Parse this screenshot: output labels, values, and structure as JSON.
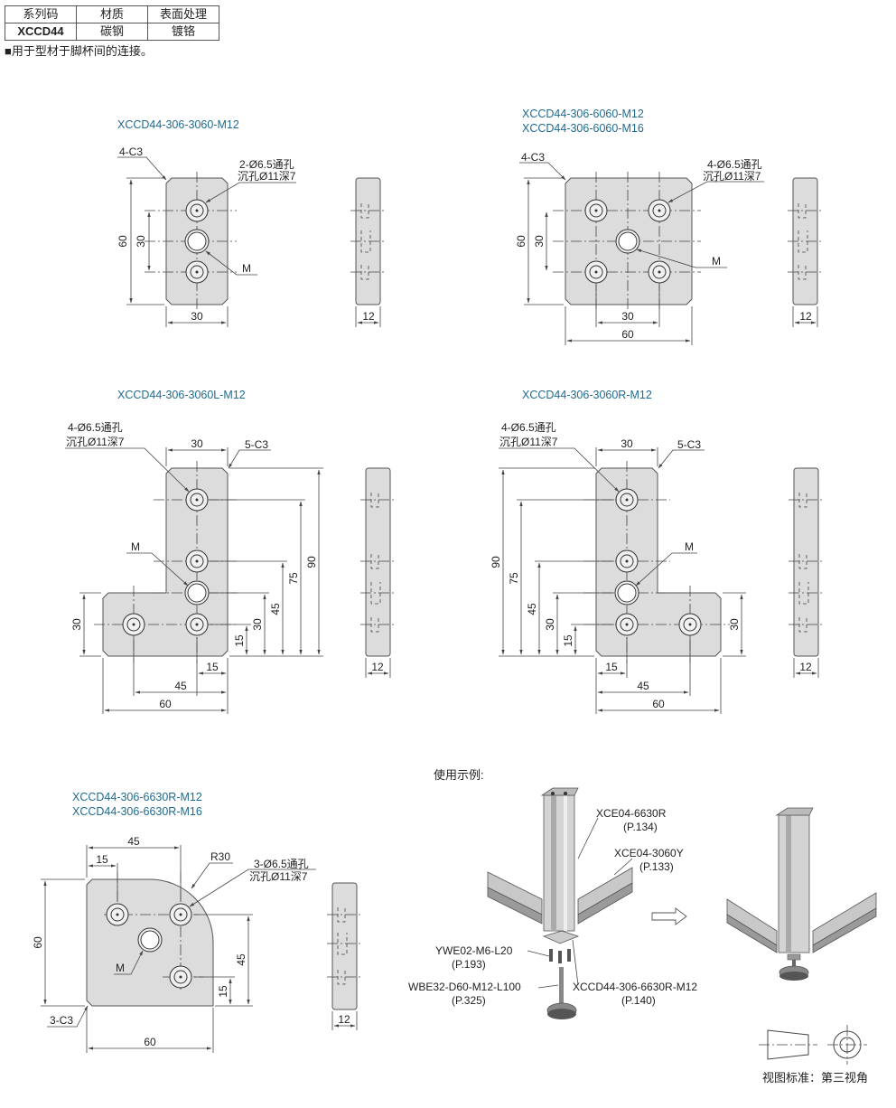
{
  "spec_table": {
    "headers": [
      "系列码",
      "材质",
      "表面处理"
    ],
    "row": [
      "XCCD44",
      "碳钢",
      "镀铬"
    ]
  },
  "note": "■用于型材于脚杯间的连接。",
  "drawings": {
    "d1": {
      "titles": [
        "XCCD44-306-3060-M12"
      ],
      "chamfer": "4-C3",
      "hole_1": "2-Ø6.5通孔",
      "hole_2": "沉孔Ø11深7",
      "thread": "M",
      "dims": {
        "height": "60",
        "pitch": "30",
        "width": "30",
        "thick": "12"
      }
    },
    "d2": {
      "titles": [
        "XCCD44-306-6060-M12",
        "XCCD44-306-6060-M16"
      ],
      "chamfer": "4-C3",
      "hole_1": "4-Ø6.5通孔",
      "hole_2": "沉孔Ø11深7",
      "thread": "M",
      "dims": {
        "height": "60",
        "pitch": "30",
        "pitch_h": "30",
        "width": "60",
        "thick": "12"
      }
    },
    "d3": {
      "titles": [
        "XCCD44-306-3060L-M12"
      ],
      "chamfer": "5-C3",
      "hole_1": "4-Ø6.5通孔",
      "hole_2": "沉孔Ø11深7",
      "thread": "M",
      "dims": {
        "top": "30",
        "h90": "90",
        "h75": "75",
        "h45": "45",
        "h30": "30",
        "h15": "15",
        "left30": "30",
        "b15": "15",
        "b45": "45",
        "b60": "60",
        "thick": "12"
      }
    },
    "d4": {
      "titles": [
        "XCCD44-306-3060R-M12"
      ],
      "chamfer": "5-C3",
      "hole_1": "4-Ø6.5通孔",
      "hole_2": "沉孔Ø11深7",
      "thread": "M",
      "dims": {
        "top": "30",
        "h90": "90",
        "h75": "75",
        "h45": "45",
        "h30": "30",
        "h15": "15",
        "right30": "30",
        "b15": "15",
        "b45": "45",
        "b60": "60",
        "thick": "12"
      }
    },
    "d5": {
      "titles": [
        "XCCD44-306-6630R-M12",
        "XCCD44-306-6630R-M16"
      ],
      "radius": "R30",
      "chamfer": "3-C3",
      "hole_1": "3-Ø6.5通孔",
      "hole_2": "沉孔Ø11深7",
      "thread": "M",
      "dims": {
        "top45": "45",
        "top15": "15",
        "height": "60",
        "h45": "45",
        "h15": "15",
        "width": "60",
        "thick": "12"
      }
    }
  },
  "example": {
    "title": "使用示例:",
    "labels": [
      {
        "name": "XCE04-6630R",
        "page": "(P.134)"
      },
      {
        "name": "XCE04-3060Y",
        "page": "(P.133)"
      },
      {
        "name": "YWE02-M6-L20",
        "page": "(P.193)"
      },
      {
        "name": "WBE32-D60-M12-L100",
        "page": "(P.325)"
      },
      {
        "name": "XCCD44-306-6630R-M12",
        "page": "(P.140)"
      }
    ]
  },
  "view_standard": "视图标准：第三视角"
}
